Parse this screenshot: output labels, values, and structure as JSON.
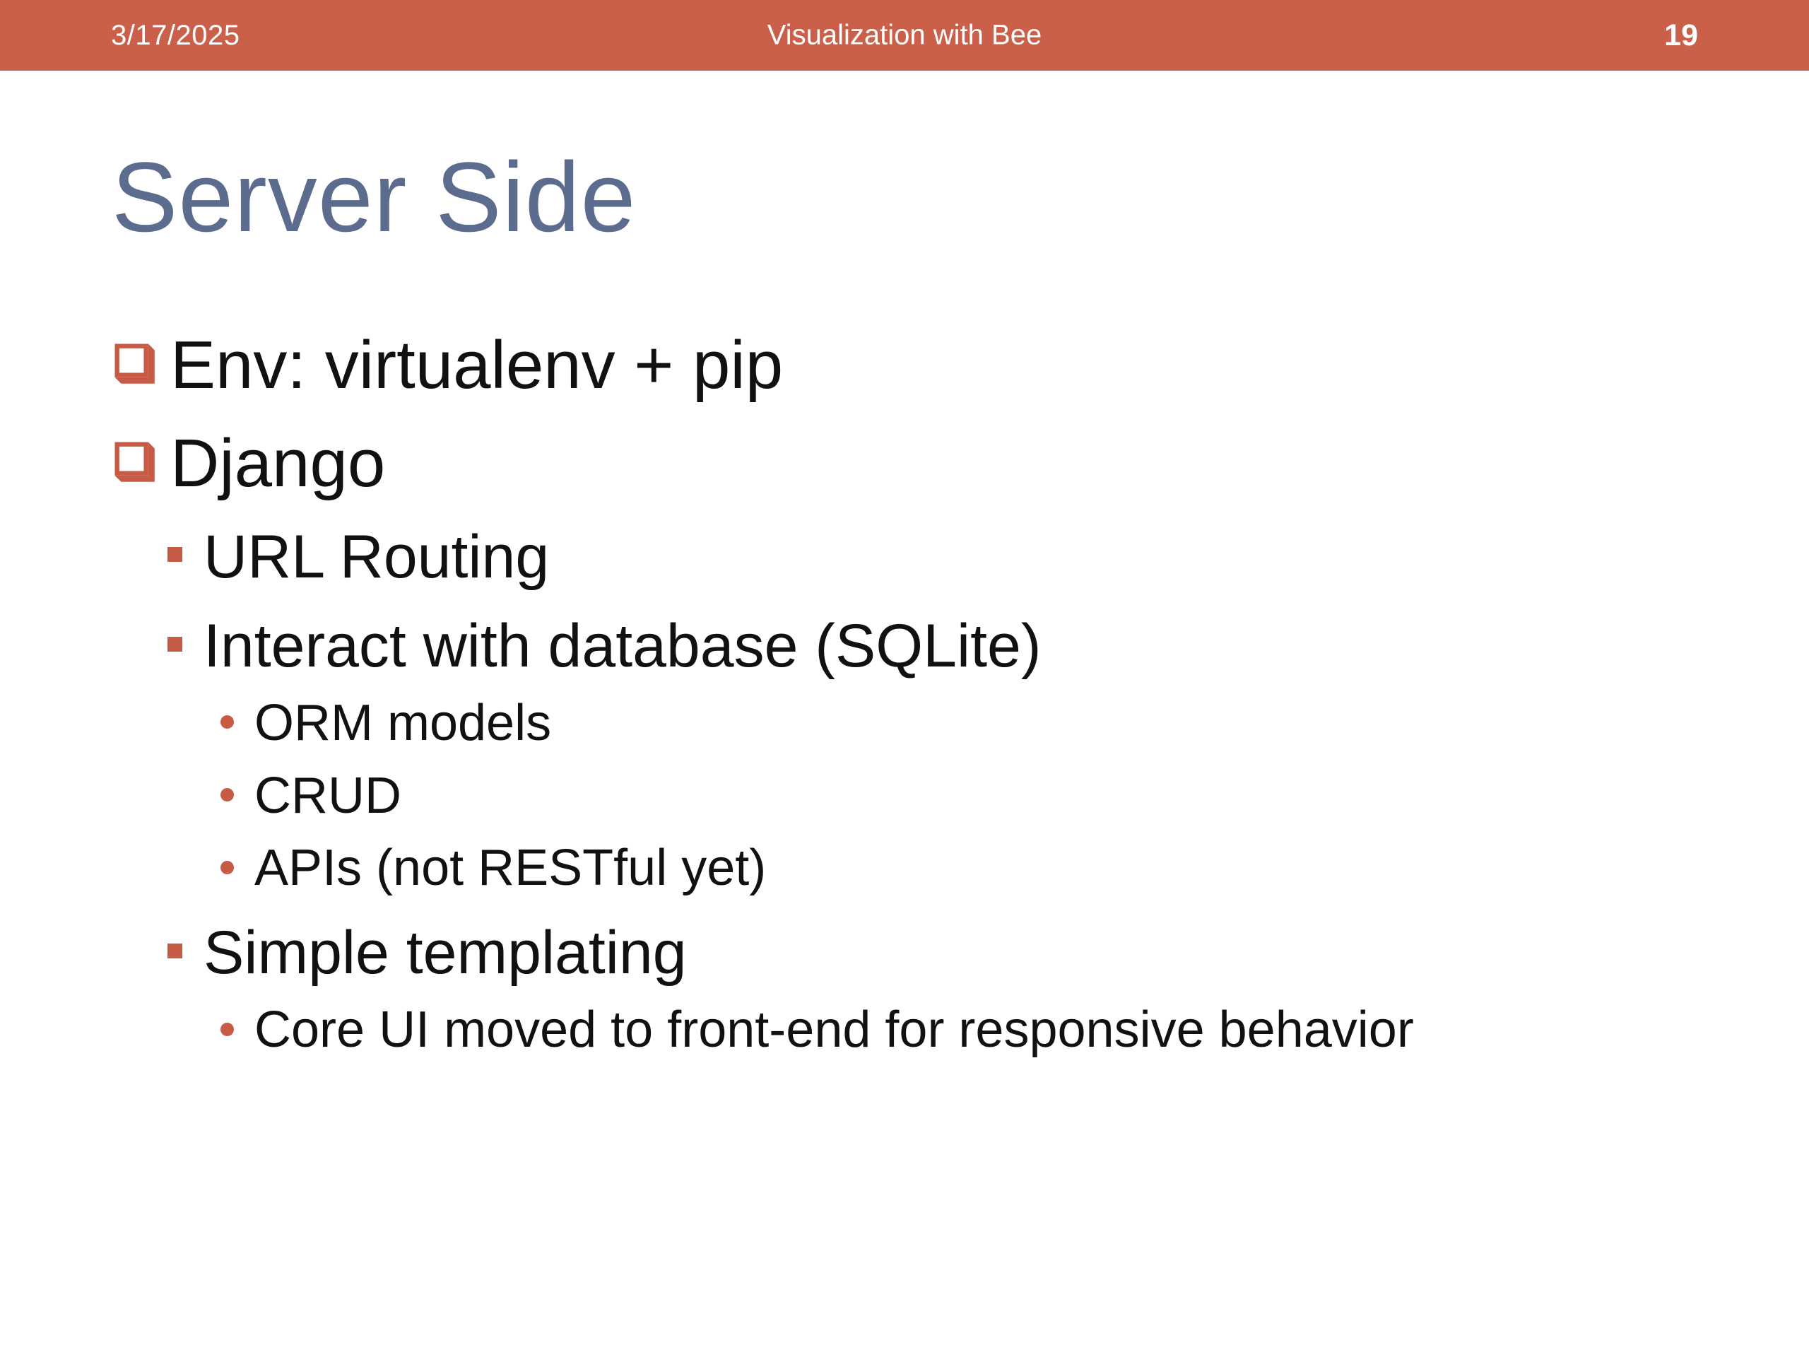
{
  "header": {
    "date": "3/17/2025",
    "deck_title": "Visualization with Bee",
    "page_number": "19"
  },
  "slide": {
    "title": "Server Side"
  },
  "bullets": [
    {
      "level": 1,
      "text": "Env: virtualenv + pip"
    },
    {
      "level": 1,
      "text": "Django"
    },
    {
      "level": 2,
      "text": "URL Routing"
    },
    {
      "level": 2,
      "text": "Interact with database (SQLite)"
    },
    {
      "level": 3,
      "text": "ORM models"
    },
    {
      "level": 3,
      "text": "CRUD"
    },
    {
      "level": 3,
      "text": "APIs (not RESTful yet)"
    },
    {
      "level": 2,
      "text": "Simple templating"
    },
    {
      "level": 3,
      "text": "Core UI moved to front-end for responsive behavior"
    }
  ],
  "icons": {
    "level1_bullet": "shadowed-square-bullet",
    "level2_bullet": "filled-square-bullet",
    "level3_bullet": "filled-circle-bullet"
  },
  "colors": {
    "header_bar": "#CB604A",
    "accent_bullet": "#C75B45",
    "slide_title": "#5C6C8F",
    "body_text": "#111111",
    "header_text": "#FFFFFF"
  }
}
